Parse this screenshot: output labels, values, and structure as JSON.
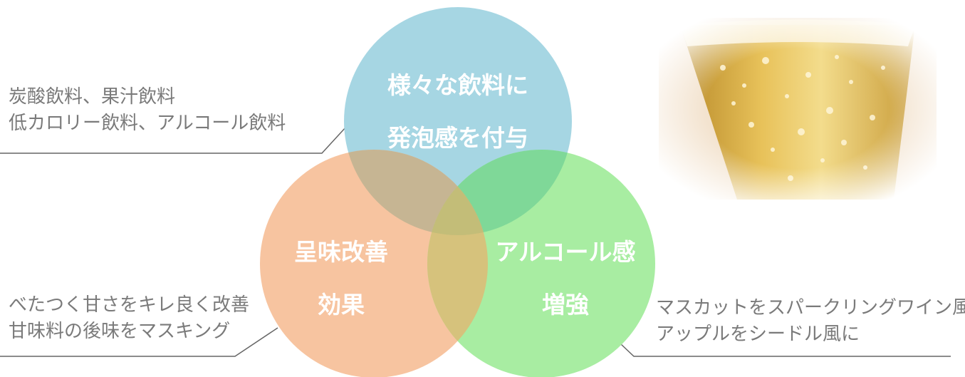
{
  "notes": {
    "top": {
      "line1": "炭酸飲料、果汁飲料",
      "line2": "低カロリー飲料、アルコール飲料"
    },
    "left": {
      "line1": "べたつく甘さをキレ良く改善",
      "line2": "甘味料の後味をマスキング"
    },
    "right": {
      "line1": "マスカットをスパークリングワイン風に",
      "line2": "アップルをシードル風に"
    }
  },
  "circles": {
    "top": {
      "line1": "様々な飲料に",
      "line2": "発泡感を付与",
      "color": "#a6d6e3"
    },
    "left": {
      "line1": "呈味改善",
      "line2": "効果",
      "color": "#f7c4a0"
    },
    "right": {
      "line1": "アルコール感",
      "line2": "増強",
      "color": "#a8eda2"
    }
  },
  "overlap_colors": {
    "top_left": "#c6b593",
    "top_right": "#7fd898",
    "left_right": "#d6c27c",
    "center": "#c3bd78"
  },
  "line_color": "#666666",
  "photo": {
    "icon": "champagne-glass-image"
  }
}
